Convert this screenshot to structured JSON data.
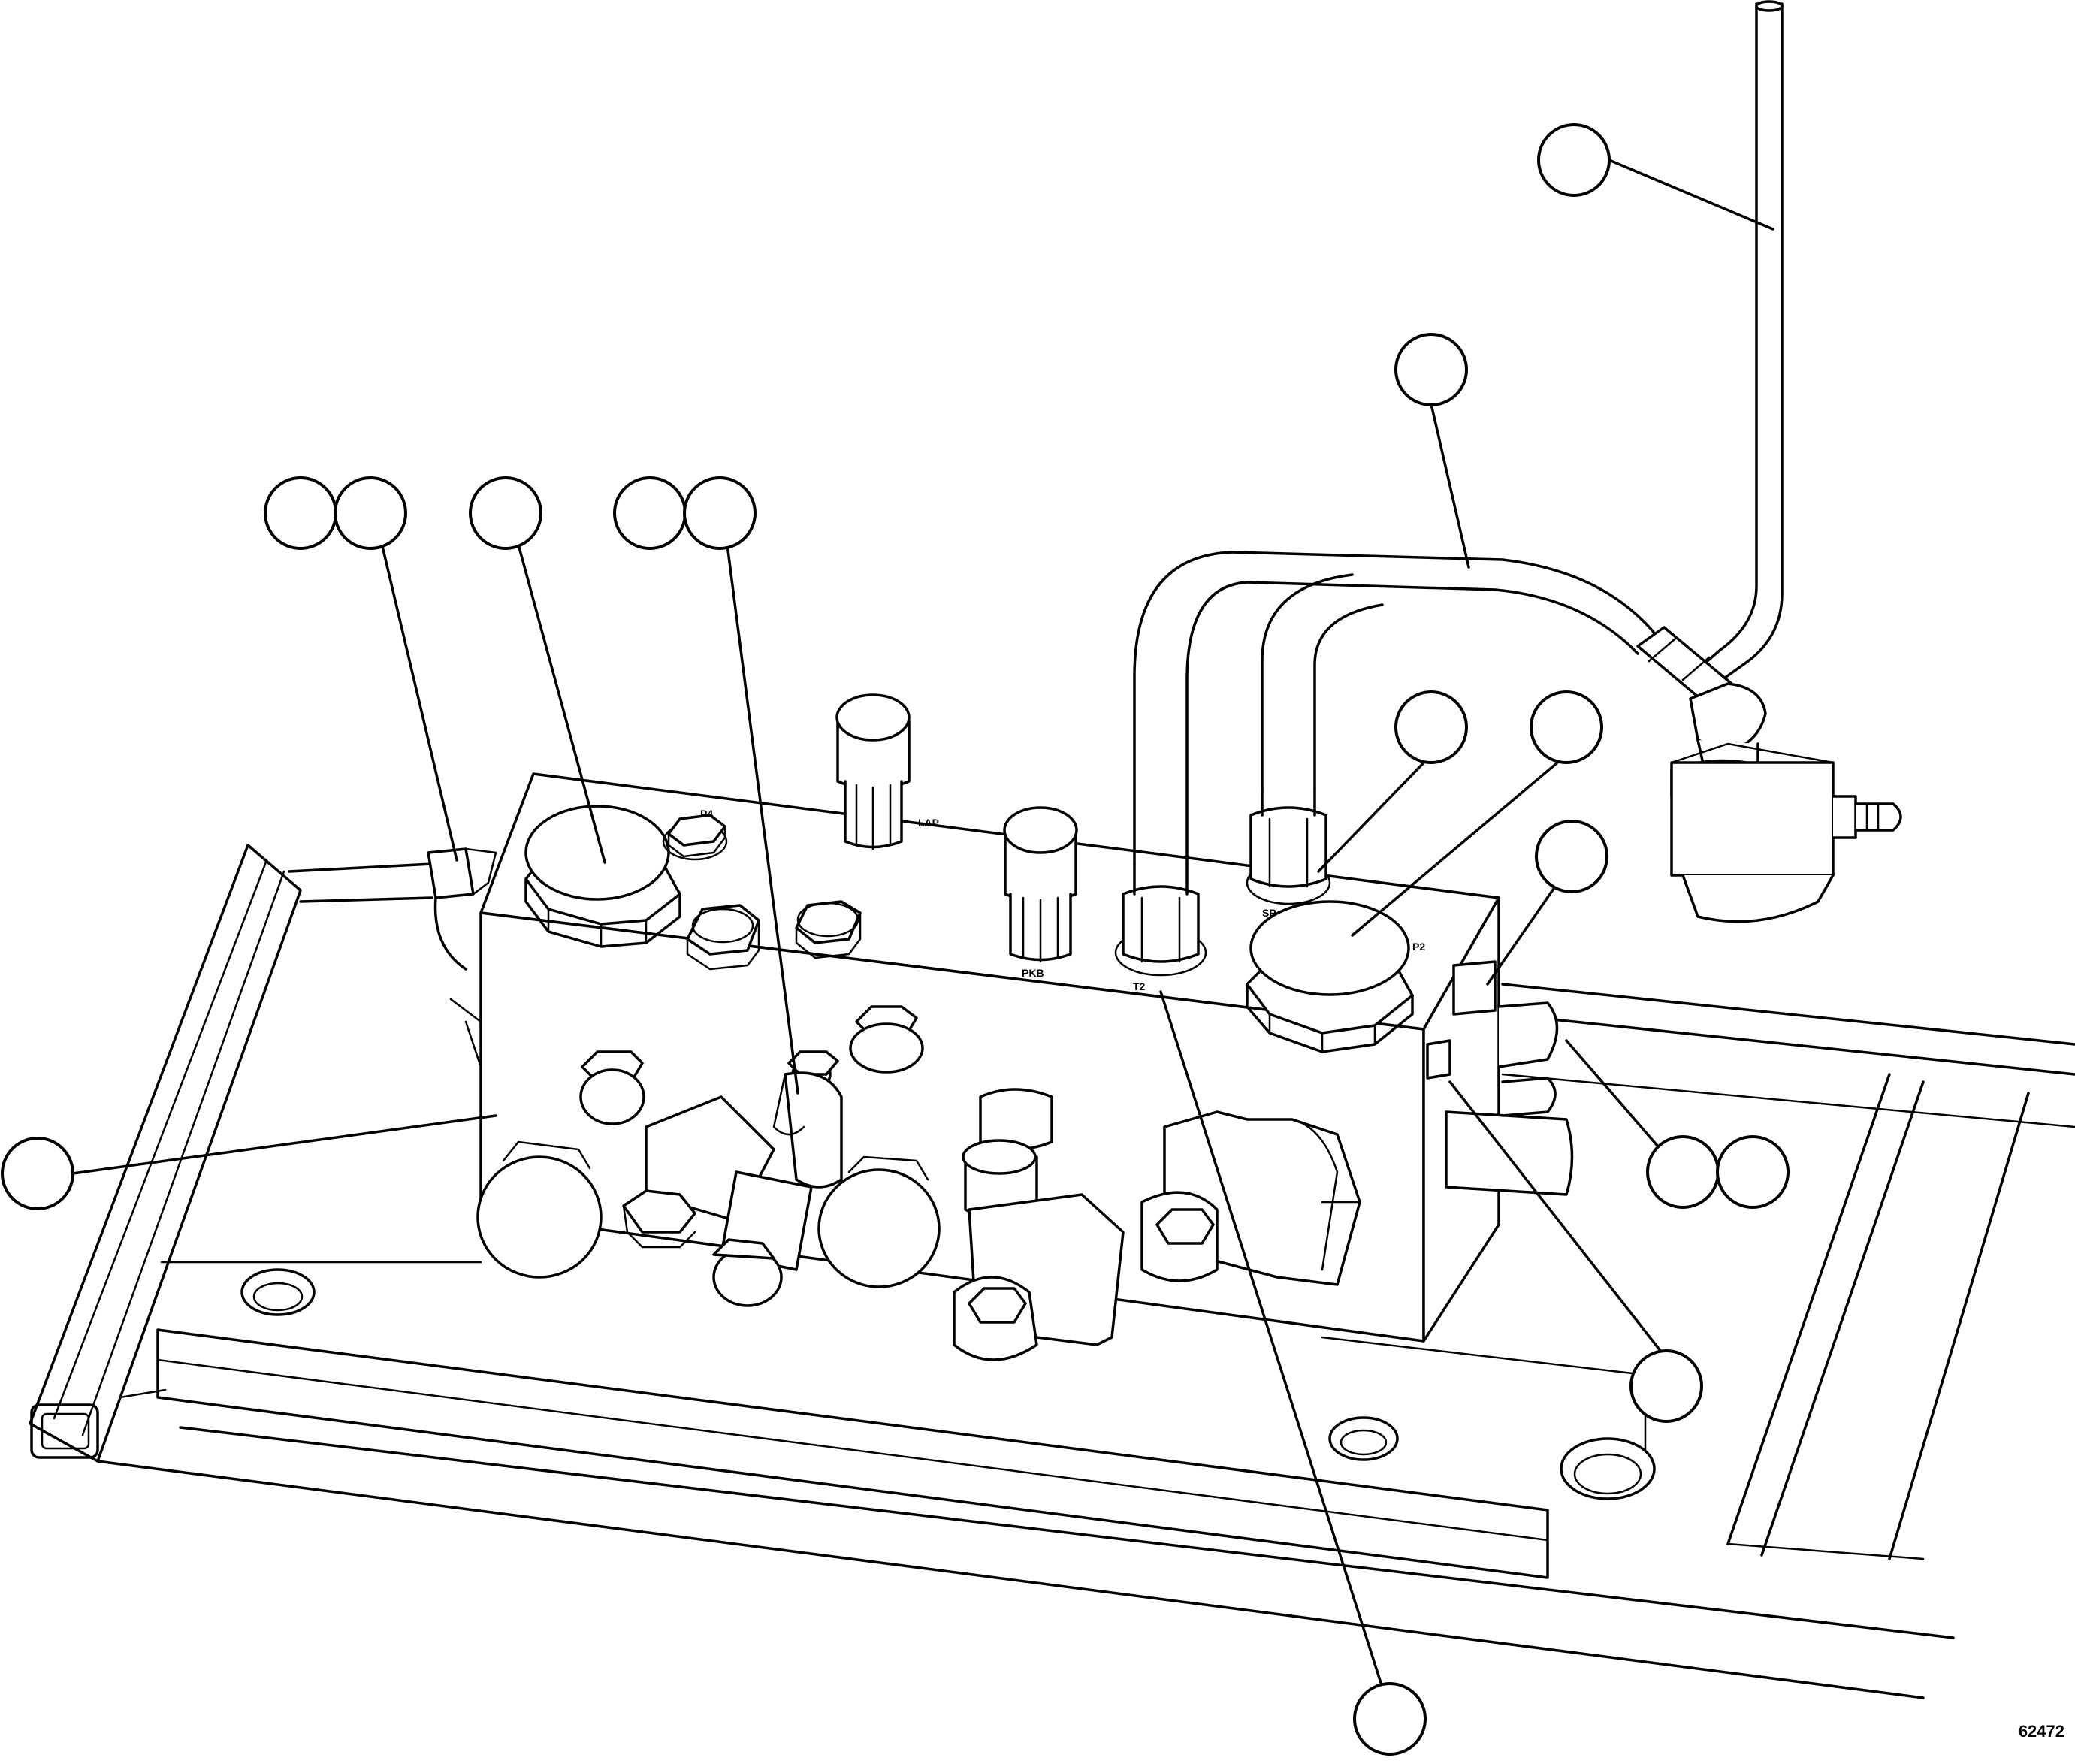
{
  "figure": {
    "number": "62472"
  },
  "port_labels": {
    "p4": "P4",
    "lap": "LAP",
    "pkb": "PKB",
    "t2": "T2",
    "sp": "SP",
    "p2": "P2"
  },
  "callouts": {
    "count": 15
  }
}
